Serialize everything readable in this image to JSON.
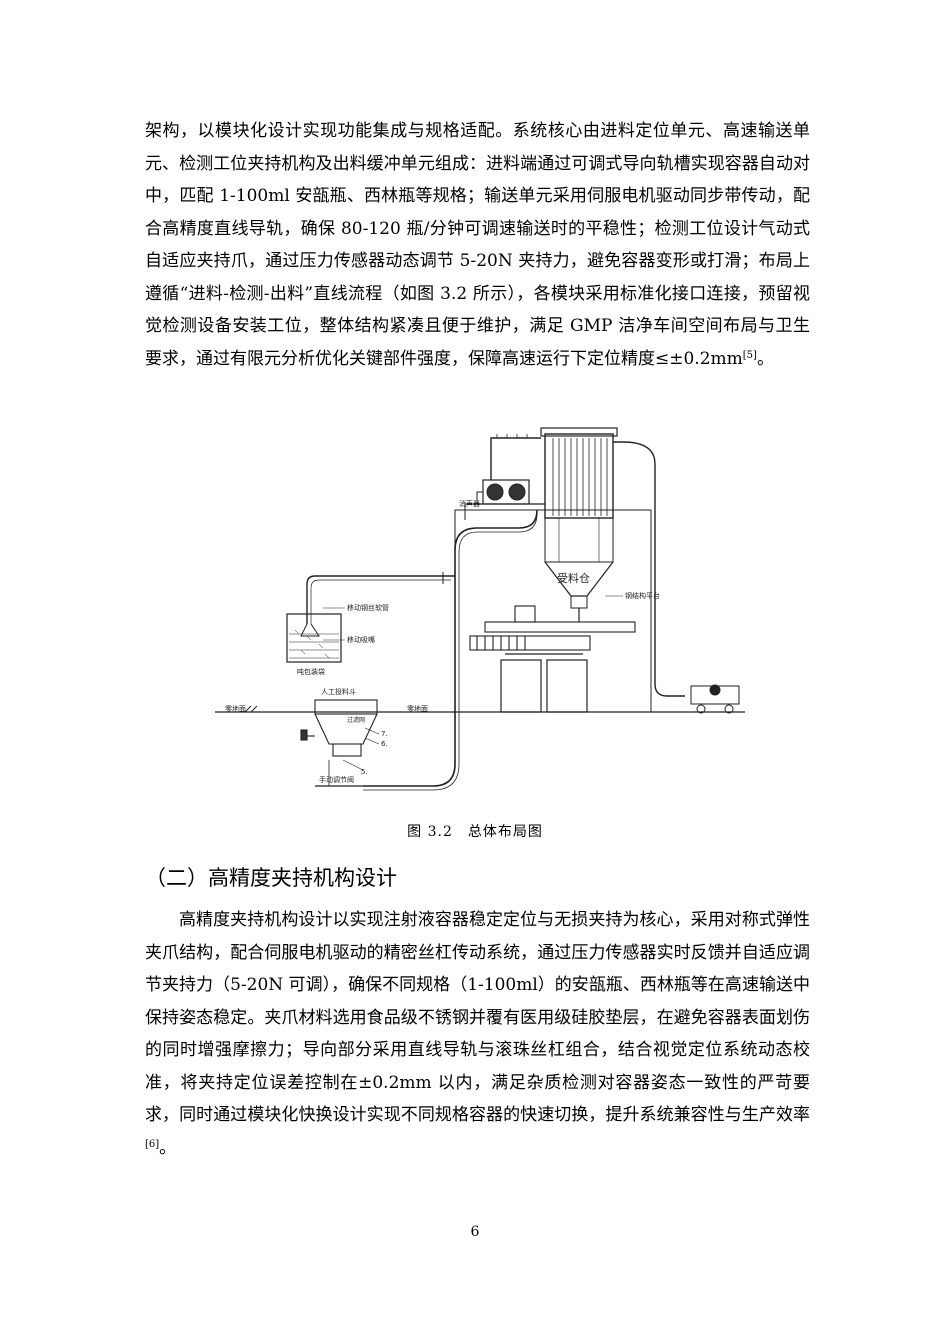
{
  "paragraph1": {
    "text": "架构，以模块化设计实现功能集成与规格适配。系统核心由进料定位单元、高速输送单元、检测工位夹持机构及出料缓冲单元组成：进料端通过可调式导向轨槽实现容器自动对中，匹配 1-100ml 安瓿瓶、西林瓶等规格；输送单元采用伺服电机驱动同步带传动，配合高精度直线导轨，确保 80-120 瓶/分钟可调速输送时的平稳性；检测工位设计气动式自适应夹持爪，通过压力传感器动态调节 5-20N 夹持力，避免容器变形或打滑；布局上遵循“进料-检测-出料”直线流程（如图 3.2 所示），各模块采用标准化接口连接，预留视觉检测设备安装工位，整体结构紧凑且便于维护，满足 GMP 洁净车间空间布局与卫生要求，通过有限元分析优化关键部件强度，保障高速运行下定位精度≤±0.2mm",
    "ref": "[5]",
    "end": "。"
  },
  "figure": {
    "caption": "图 3.2　总体布局图",
    "labels": {
      "silencer": "消声器",
      "hose": "移动钢丝软管",
      "suction": "移动吸嘴",
      "bag": "吨包装袋",
      "manual_cart": "人工投料斗",
      "ground_left": "零地面",
      "ground_mid": "零地面",
      "feed_bin": "受料仓",
      "platform": "钢结构平台",
      "valve": "手动调节阀",
      "part5": "5.",
      "part6": "6.",
      "part7": "7.",
      "sieve": "过滤网"
    }
  },
  "section": {
    "heading": "（二）高精度夹持机构设计"
  },
  "paragraph2": {
    "text": "高精度夹持机构设计以实现注射液容器稳定定位与无损夹持为核心，采用对称式弹性夹爪结构，配合伺服电机驱动的精密丝杠传动系统，通过压力传感器实时反馈并自适应调节夹持力（5-20N 可调），确保不同规格（1-100ml）的安瓿瓶、西林瓶等在高速输送中保持姿态稳定。夹爪材料选用食品级不锈钢并覆有医用级硅胶垫层，在避免容器表面划伤的同时增强摩擦力；导向部分采用直线导轨与滚珠丝杠组合，结合视觉定位系统动态校准，将夹持定位误差控制在±0.2mm 以内，满足杂质检测对容器姿态一致性的严苛要求，同时通过模块化快换设计实现不同规格容器的快速切换，提升系统兼容性与生产效率",
    "ref": "[6]",
    "end": "。"
  },
  "page": {
    "number": "6"
  }
}
